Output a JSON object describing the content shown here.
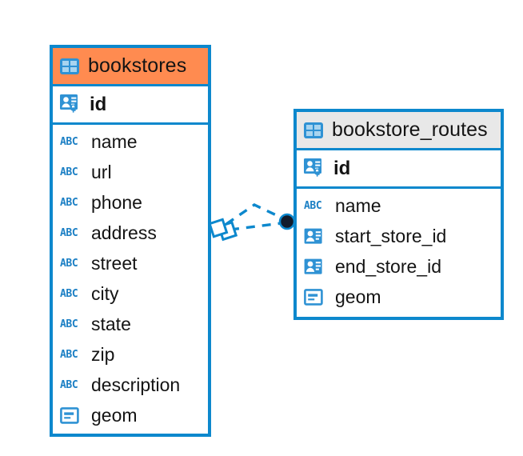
{
  "diagram": {
    "type": "entity-relationship-diagram",
    "background": "#ffffff",
    "colors": {
      "border": "#0d88cd",
      "header_highlight": "#ff8b50",
      "header_default": "#e8e8e8",
      "icon_blue": "#2f92d4",
      "text": "#141414",
      "connector": "#0d88cd",
      "connector_endpoint": "#111b2b"
    },
    "entities": [
      {
        "name": "bookstores",
        "header_style": "orange",
        "header_icon": "table-icon",
        "primary_key": {
          "label": "id",
          "icon": "primary-key-icon"
        },
        "fields": [
          {
            "label": "name",
            "icon": "text-field-icon"
          },
          {
            "label": "url",
            "icon": "text-field-icon"
          },
          {
            "label": "phone",
            "icon": "text-field-icon"
          },
          {
            "label": "address",
            "icon": "text-field-icon"
          },
          {
            "label": "street",
            "icon": "text-field-icon"
          },
          {
            "label": "city",
            "icon": "text-field-icon"
          },
          {
            "label": "state",
            "icon": "text-field-icon"
          },
          {
            "label": "zip",
            "icon": "text-field-icon"
          },
          {
            "label": "description",
            "icon": "text-field-icon"
          },
          {
            "label": "geom",
            "icon": "geometry-field-icon"
          }
        ]
      },
      {
        "name": "bookstore_routes",
        "header_style": "grey",
        "header_icon": "table-icon",
        "primary_key": {
          "label": "id",
          "icon": "primary-key-icon"
        },
        "fields": [
          {
            "label": "name",
            "icon": "text-field-icon"
          },
          {
            "label": "start_store_id",
            "icon": "foreign-key-icon"
          },
          {
            "label": "end_store_id",
            "icon": "foreign-key-icon"
          },
          {
            "label": "geom",
            "icon": "geometry-field-icon"
          }
        ]
      }
    ],
    "relationship": {
      "from": "bookstores",
      "to": "bookstore_routes",
      "style": "dashed",
      "source_marker": "diamond-marker",
      "target_marker": "filled-circle-marker",
      "line_count": 2
    },
    "abc_icon_text": "ABC"
  }
}
